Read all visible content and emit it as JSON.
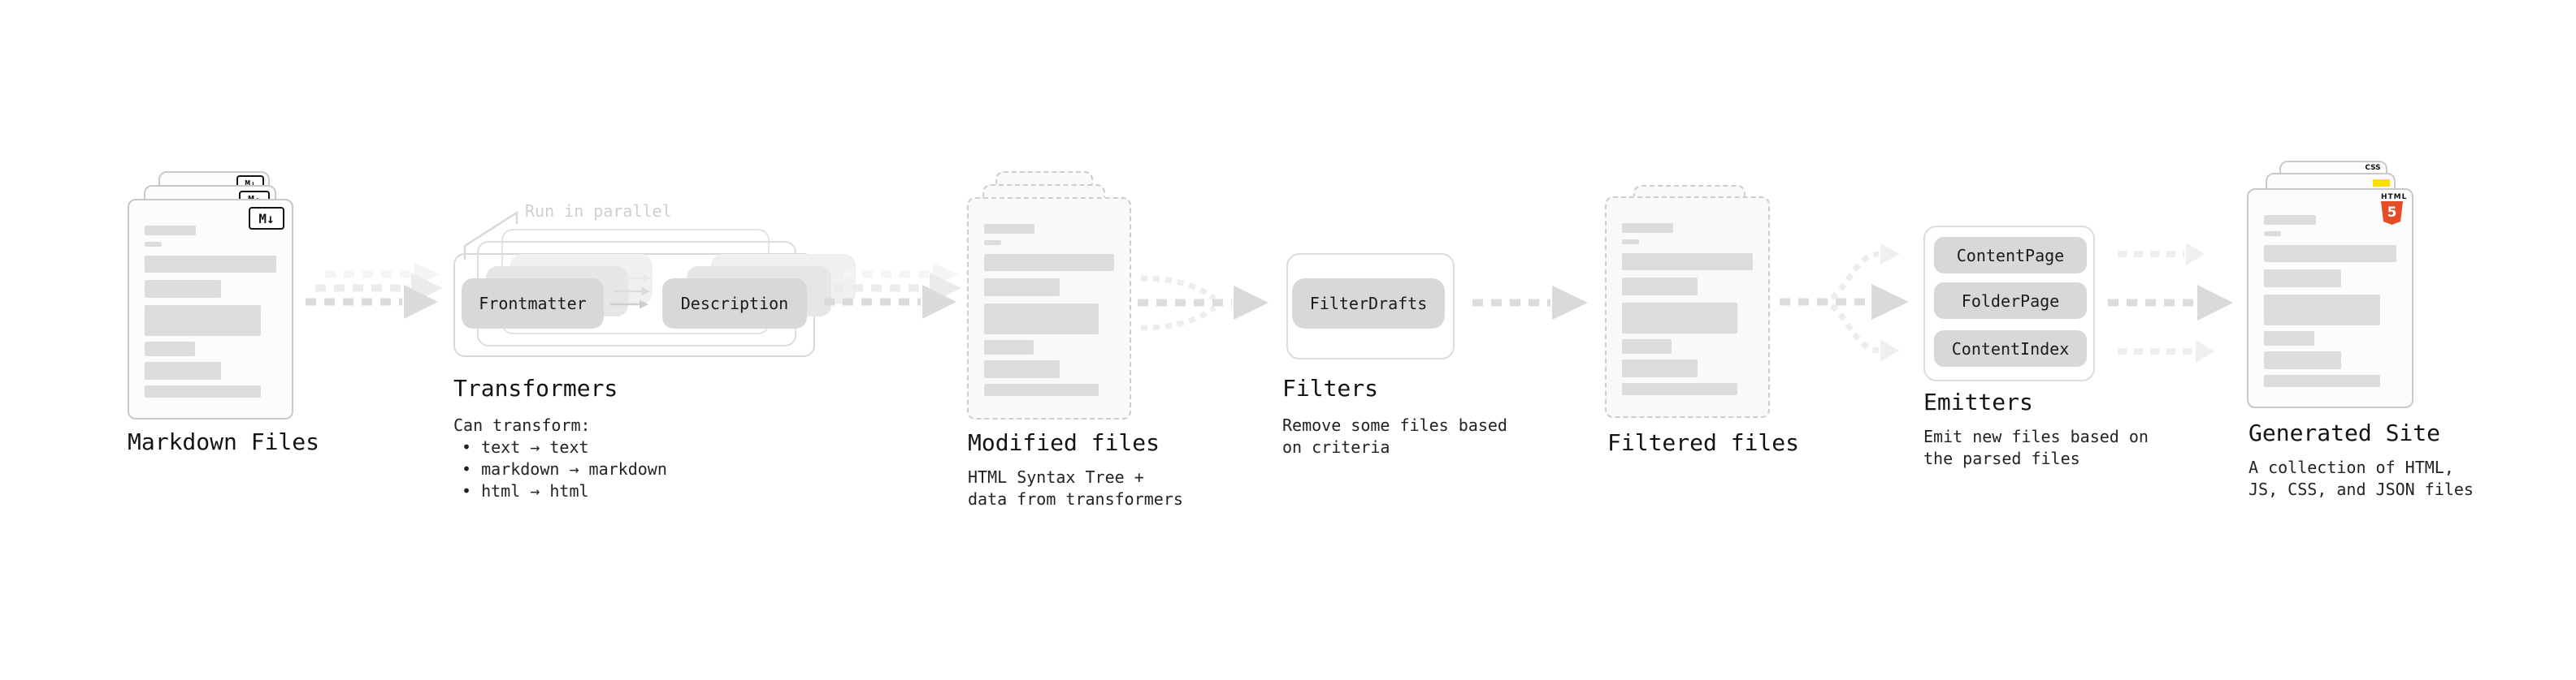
{
  "icons": {
    "markdown_badge": "M↓"
  },
  "colors": {
    "doc_border": "#c9c9c9",
    "skeleton_bar": "#dcdcdc",
    "pill_bg": "#d8d8d8",
    "arrow_main": "#dcdcdc",
    "arrow_light": "#ededed",
    "html5_orange": "#e44d26",
    "js_yellow": "#ffdf00",
    "css_blue": "#2f6fed"
  },
  "pipeline": {
    "markdown_files": {
      "label": "Markdown Files"
    },
    "transformers": {
      "label": "Transformers",
      "annotation": "Run in parallel",
      "pills": [
        "Frontmatter",
        "Description"
      ],
      "desc_title": "Can transform:",
      "bullets": [
        "• text → text",
        "• markdown → markdown",
        "• html → html"
      ]
    },
    "modified_files": {
      "label": "Modified files",
      "desc": [
        "HTML Syntax Tree +",
        "data from transformers"
      ]
    },
    "filters": {
      "label": "Filters",
      "pill": "FilterDrafts",
      "desc": [
        "Remove some files based",
        "on criteria"
      ]
    },
    "filtered_files": {
      "label": "Filtered files"
    },
    "emitters": {
      "label": "Emitters",
      "pills": [
        "ContentPage",
        "FolderPage",
        "ContentIndex"
      ],
      "desc": [
        "Emit new files based on",
        "the parsed files"
      ]
    },
    "generated_site": {
      "label": "Generated Site",
      "desc": [
        "A collection of HTML,",
        "JS, CSS, and JSON files"
      ],
      "badges": {
        "css": "CSS",
        "html_label": "HTML",
        "html_number": "5"
      }
    }
  }
}
